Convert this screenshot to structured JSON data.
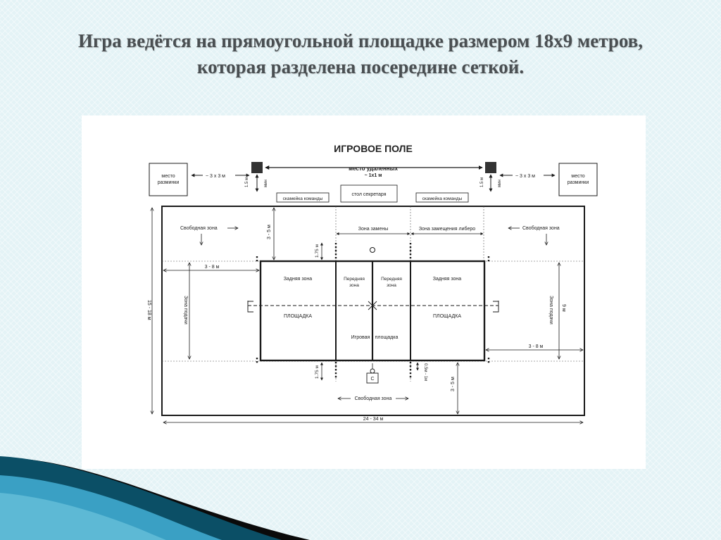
{
  "slide": {
    "title": "Игра ведётся на прямоугольной площадке размером 18х9 метров, которая разделена посередине сеткой."
  },
  "diagram": {
    "heading": "ИГРОВОЕ ПОЛЕ",
    "warmup_left": [
      "место",
      "разминки"
    ],
    "warmup_right": [
      "место",
      "разминки"
    ],
    "warmup_size_left": "~ 3 х 3 м",
    "warmup_size_right": "~ 3 х 3 м",
    "penalty_area": [
      "место удаленных",
      "~ 1х1 м"
    ],
    "penalty_offset_left": [
      "1.5 м",
      "мин"
    ],
    "penalty_offset_right": [
      "1.5 м",
      "мин"
    ],
    "bench_left": "скамейка команды",
    "bench_right": "скамейка команды",
    "scorer_table": "стол секретаря",
    "free_zone_left": "Свободная зона",
    "free_zone_right": "Свободная зона",
    "free_zone_bottom": "Свободная зона",
    "substitution_zone": "Зона замены",
    "libero_zone": "Зона замещения либеро",
    "back_zone_left": "Задняя зона",
    "back_zone_right": "Задняя зона",
    "front_zone_left": [
      "Передняя",
      "зона"
    ],
    "front_zone_right": [
      "Передняя",
      "зона"
    ],
    "court_label_left": "ПЛОЩАДКА",
    "court_label_right": "ПЛОЩАДКА",
    "playing_court": [
      "Игровая",
      "площадка"
    ],
    "serve_zone": "Зона подачи",
    "dim_free_top": "3 - 5 м",
    "dim_free_bottom": "3 - 5 м",
    "dim_175_top": "1.75 м",
    "dim_175_bottom": "1.75 м",
    "dim_free_side_left": "3 - 8 м",
    "dim_free_side_right": "3 - 8 м",
    "dim_width_total": "15 - 18 м",
    "dim_court_width": "9 м",
    "dim_length_total": "24 - 34 м",
    "dim_post": "0.5м - 1м",
    "referee_mark": "С"
  },
  "colors": {
    "line": "#1a1a1a",
    "title": "#4a4f52",
    "background": "#e4f3f6",
    "accent_dark": "#0b4f66",
    "accent_light": "#3aa0c4"
  }
}
